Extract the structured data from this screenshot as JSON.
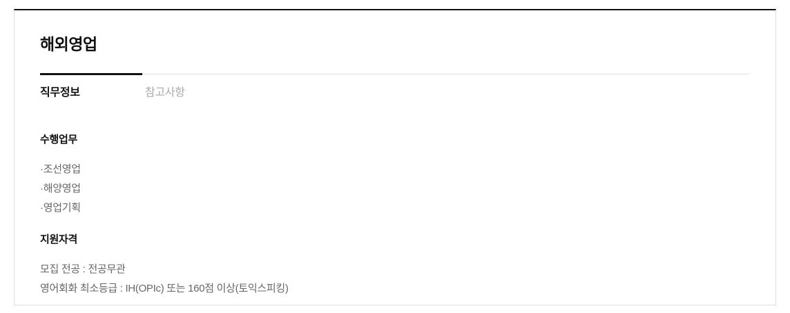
{
  "card": {
    "title": "해외영업",
    "tabs": [
      {
        "label": "직무정보",
        "active": true
      },
      {
        "label": "참고사항",
        "active": false
      }
    ],
    "sections": [
      {
        "heading": "수행업무",
        "lines": [
          "·조선영업",
          "·해양영업",
          "·영업기획"
        ]
      },
      {
        "heading": "지원자격",
        "lines": [
          "모집 전공 : 전공무관",
          "영어회화 최소등급 : IH(OPIc) 또는 160점 이상(토익스피킹)"
        ]
      }
    ]
  },
  "colors": {
    "text-primary": "#111111",
    "text-secondary": "#666666",
    "text-muted": "#aaaaaa",
    "border-light": "#dddddd",
    "border-dark": "#111111",
    "bg": "#ffffff"
  }
}
